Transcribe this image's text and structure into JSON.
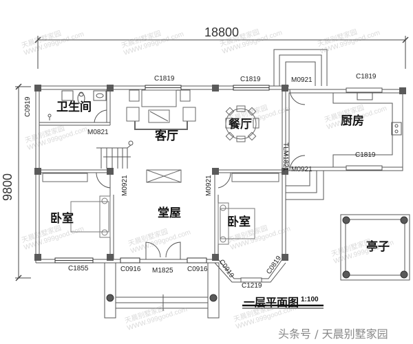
{
  "plan": {
    "title": "一层平面图",
    "scale": "1:100",
    "credit": "头条号 / 天晨别墅家园",
    "overall_width": "18800",
    "overall_depth": "9800"
  },
  "rooms": {
    "bathroom": "卫生间",
    "living_room": "客厅",
    "dining_room": "餐厅",
    "kitchen": "厨房",
    "hall": "堂屋",
    "bedroom_left": "卧室",
    "bedroom_right": "卧室",
    "pavilion": "亭子"
  },
  "openings": {
    "window_top_1": "C1819",
    "window_top_2": "C1819",
    "door_kitchen_top": "M0921",
    "window_kitchen_top": "C1819",
    "window_bath_left": "C0919",
    "door_bath": "M0821",
    "door_kitchen_slide": "TLM1821",
    "window_kitchen_bottom": "C1819",
    "door_kitchen_bottom": "M0921",
    "door_bedroom_left": "M0921",
    "door_bedroom_right": "M0921",
    "window_bedroom_left": "C1855",
    "window_hall_left": "C0916",
    "door_main": "M1825",
    "window_hall_right": "C0916",
    "window_bay_left": "C0919",
    "window_bay_right": "C0819",
    "window_bay_bottom": "C1219"
  },
  "watermark": {
    "line1": "天晨别墅家园",
    "line2": "WWW.999good.com"
  },
  "colors": {
    "wall": "#555555",
    "column": "#5a5a5a",
    "line": "#444444",
    "text": "#111111",
    "watermark": "#bbbbbb"
  }
}
